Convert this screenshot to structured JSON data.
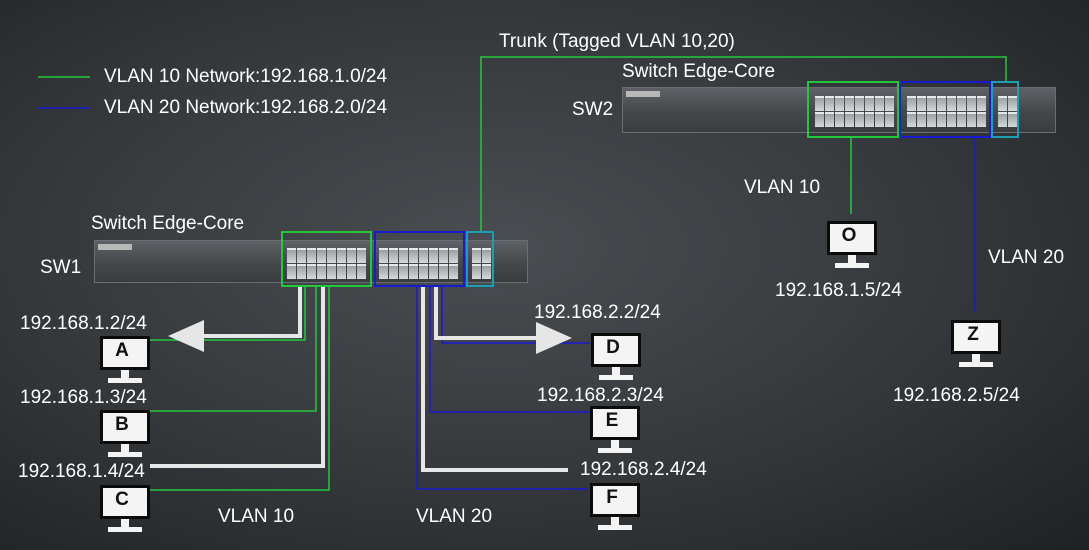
{
  "legend": [
    {
      "label": "VLAN 10 Network:192.168.1.0/24",
      "color": "#22c83c"
    },
    {
      "label": "VLAN 20 Network:192.168.2.0/24",
      "color": "#1a1ad0"
    }
  ],
  "trunk_label": "Trunk (Tagged VLAN 10,20)",
  "switches": {
    "sw1": {
      "name": "SW1",
      "model": "Switch Edge-Core"
    },
    "sw2": {
      "name": "SW2",
      "model": "Switch Edge-Core"
    }
  },
  "hosts": {
    "A": {
      "letter": "A",
      "ip": "192.168.1.2/24"
    },
    "B": {
      "letter": "B",
      "ip": "192.168.1.3/24"
    },
    "C": {
      "letter": "C",
      "ip": "192.168.1.4/24"
    },
    "D": {
      "letter": "D",
      "ip": "192.168.2.2/24"
    },
    "E": {
      "letter": "E",
      "ip": "192.168.2.3/24"
    },
    "F": {
      "letter": "F",
      "ip": "192.168.2.4/24"
    },
    "O": {
      "letter": "O",
      "ip": "192.168.1.5/24"
    },
    "Z": {
      "letter": "Z",
      "ip": "192.168.2.5/24"
    }
  },
  "vlan_labels": {
    "sw1_vlan10": "VLAN 10",
    "sw1_vlan20": "VLAN 20",
    "sw2_vlan10": "VLAN 10",
    "sw2_vlan20": "VLAN 20"
  },
  "colors": {
    "vlan10": "#22c83c",
    "vlan20": "#1a1ad0",
    "trunk": "#22c83c",
    "flow_arrow": "#e6e6e6"
  }
}
